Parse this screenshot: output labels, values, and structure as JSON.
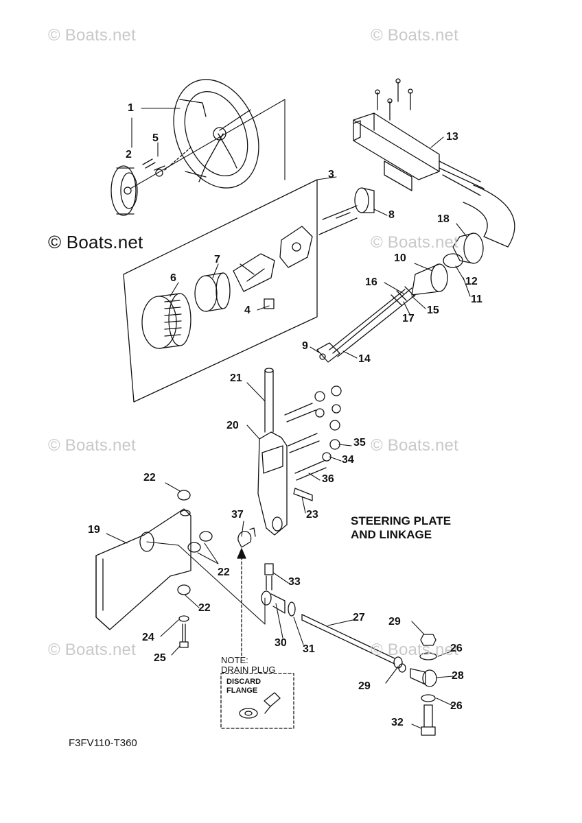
{
  "watermarks": {
    "top_left": "© Boats.net",
    "top_right": "© Boats.net",
    "dark_left": "© Boats.net",
    "mid_right": "© Boats.net",
    "lower_left": "© Boats.net",
    "lower_right": "© Boats.net",
    "bottom_left": "© Boats.net",
    "bottom_right": "© Boats.net"
  },
  "title": {
    "line1": "STEERING PLATE",
    "line2": "AND LINKAGE"
  },
  "note": {
    "line1": "NOTE:",
    "line2": "DRAIN PLUG",
    "box_line1": "DISCARD",
    "box_line2": "FLANGE"
  },
  "diagram_code": "F3FV110-T360",
  "callouts": {
    "c1": "1",
    "c2": "2",
    "c3": "3",
    "c4": "4",
    "c5": "5",
    "c6": "6",
    "c7": "7",
    "c8": "8",
    "c9": "9",
    "c10": "10",
    "c11": "11",
    "c12": "12",
    "c13": "13",
    "c14": "14",
    "c15": "15",
    "c16": "16",
    "c17": "17",
    "c18": "18",
    "c19": "19",
    "c20": "20",
    "c21": "21",
    "c22a": "22",
    "c22b": "22",
    "c22c": "22",
    "c23": "23",
    "c24": "24",
    "c25": "25",
    "c26a": "26",
    "c26b": "26",
    "c27": "27",
    "c28": "28",
    "c29a": "29",
    "c29b": "29",
    "c30": "30",
    "c31": "31",
    "c32": "32",
    "c33": "33",
    "c34": "34",
    "c35": "35",
    "c36": "36",
    "c37": "37"
  }
}
